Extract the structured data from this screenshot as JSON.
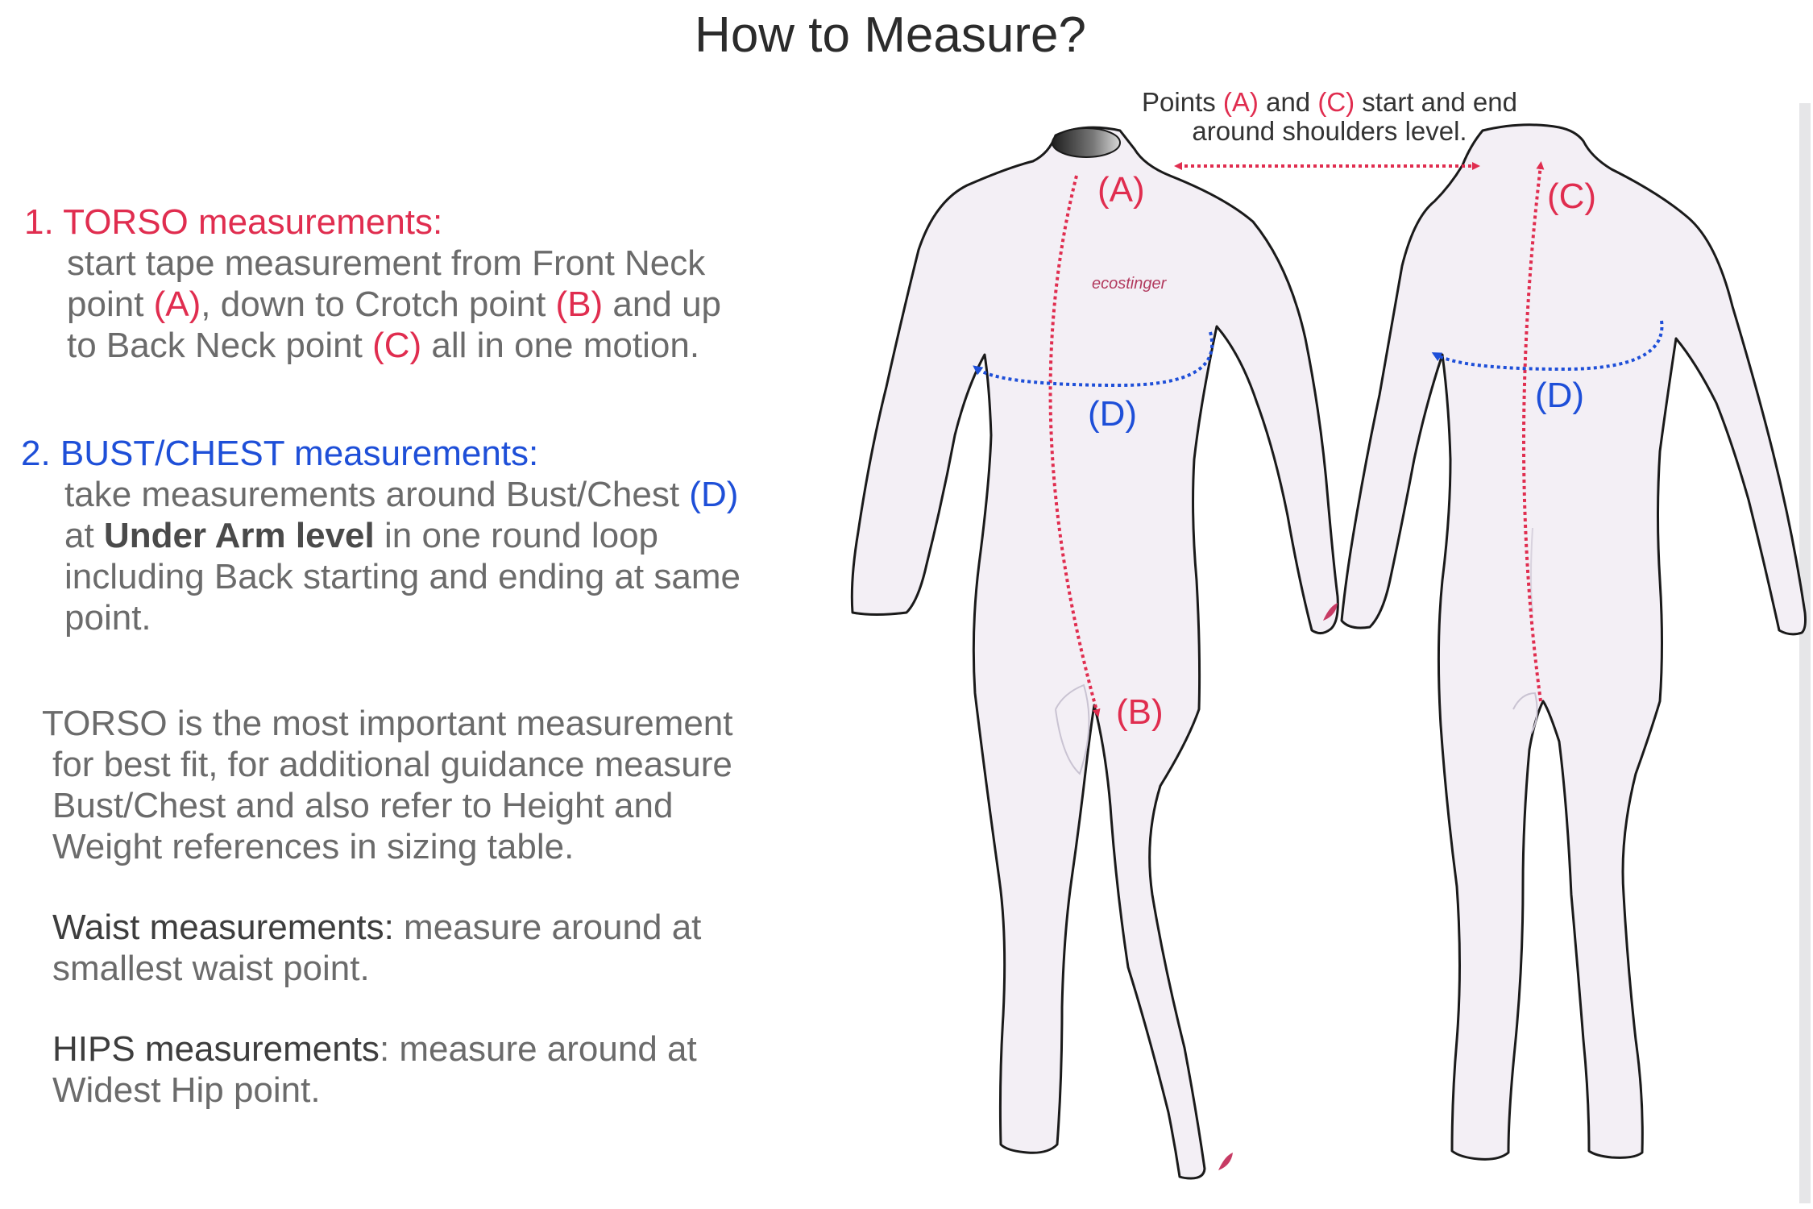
{
  "title": "How to Measure?",
  "colors": {
    "torso_red": "#e02d4f",
    "chest_blue": "#1e4fd8",
    "body_text": "#6b6b6b",
    "suit_fill": "#f3eff5",
    "suit_outline": "#1a1a1a"
  },
  "instructions": {
    "torso": {
      "heading": "1. TORSO measurements:",
      "line1": "start tape measurement from Front Neck",
      "line2_pre": "point ",
      "line2_a": "(A)",
      "line2_mid": ", down to Crotch point ",
      "line2_b": "(B)",
      "line2_post": " and up",
      "line3_pre": "to Back Neck point ",
      "line3_c": "(C)",
      "line3_post": " all in one motion."
    },
    "chest": {
      "heading": "2. BUST/CHEST measurements:",
      "line1_pre": "take measurements around Bust/Chest ",
      "line1_d": "(D)",
      "line2_pre": "at ",
      "line2_bold": "Under Arm level",
      "line2_post": " in one round loop",
      "line3": "including Back starting and ending at same",
      "line4": "point."
    },
    "note": {
      "line1": "TORSO is the most important measurement",
      "line2": "for best fit, for additional guidance measure",
      "line3": "Bust/Chest and also refer to Height and",
      "line4": "Weight references in sizing table."
    },
    "waist": {
      "label": "Waist measurements:",
      "line1_post": " measure around at",
      "line2": "smallest waist point."
    },
    "hips": {
      "label": "HIPS measurements",
      "line1_post": ": measure around at",
      "line2": "Widest Hip point."
    }
  },
  "diagram": {
    "shoulder_note": {
      "l1_pre": "Points ",
      "l1_a": "(A)",
      "l1_mid": " and ",
      "l1_c": "(C)",
      "l1_post": " start and end",
      "l2": "around shoulders level."
    },
    "labels": {
      "a": "(A)",
      "b": "(B)",
      "c": "(C)",
      "d_front": "(D)",
      "d_back": "(D)"
    },
    "brand": "ecostinger",
    "icons": [
      "wetsuit-front-icon",
      "wetsuit-back-icon",
      "dotted-arrow-icon",
      "leaf-logo-icon"
    ]
  }
}
